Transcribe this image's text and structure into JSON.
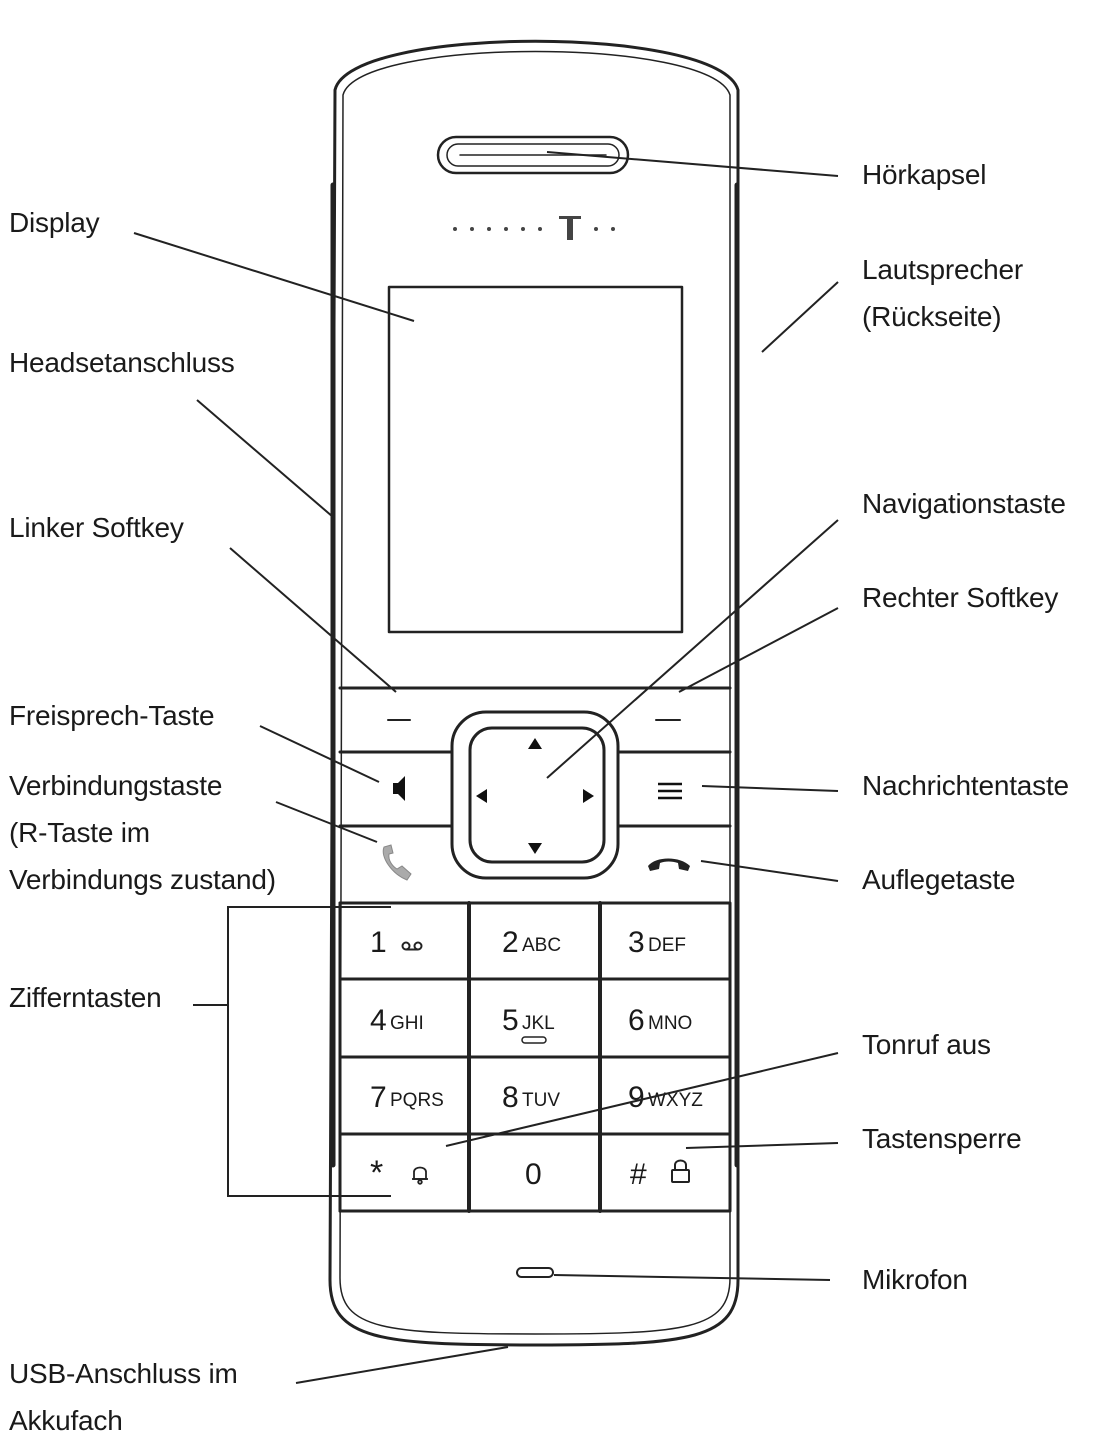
{
  "labels": {
    "display": "Display",
    "headset": "Headsetanschluss",
    "left_softkey": "Linker Softkey",
    "speakerphone": "Freisprech-Taste",
    "connection": [
      "Verbindungstaste",
      "(R-Taste im",
      "Verbindungs zustand)"
    ],
    "digit_keys": "Zifferntasten",
    "usb": [
      "USB-Anschluss im",
      "Akkufach"
    ],
    "earpiece": "Hörkapsel",
    "loudspeaker": [
      "Lautsprecher",
      "(Rückseite)"
    ],
    "navigation": "Navigationstaste",
    "right_softkey": "Rechter Softkey",
    "message": "Nachrichtentaste",
    "hangup": "Auflegetaste",
    "ringer_off": "Tonruf aus",
    "keylock": "Tastensperre",
    "microphone": "Mikrofon"
  },
  "keypad": [
    {
      "main": "1",
      "sub": "oo"
    },
    {
      "main": "2",
      "sub": "ABC"
    },
    {
      "main": "3",
      "sub": "DEF"
    },
    {
      "main": "4",
      "sub": "GHI"
    },
    {
      "main": "5",
      "sub": "JKL"
    },
    {
      "main": "6",
      "sub": "MNO"
    },
    {
      "main": "7",
      "sub": "PQRS"
    },
    {
      "main": "8",
      "sub": "TUV"
    },
    {
      "main": "9",
      "sub": "WXYZ"
    },
    {
      "main": "*",
      "sub": ""
    },
    {
      "main": "0",
      "sub": ""
    },
    {
      "main": "#",
      "sub": ""
    }
  ],
  "icons": [
    "speaker-icon",
    "message-icon",
    "call-icon",
    "hangup-icon",
    "bell-icon",
    "lock-icon",
    "nav-arrow-icons",
    "brand-logo-icon"
  ]
}
